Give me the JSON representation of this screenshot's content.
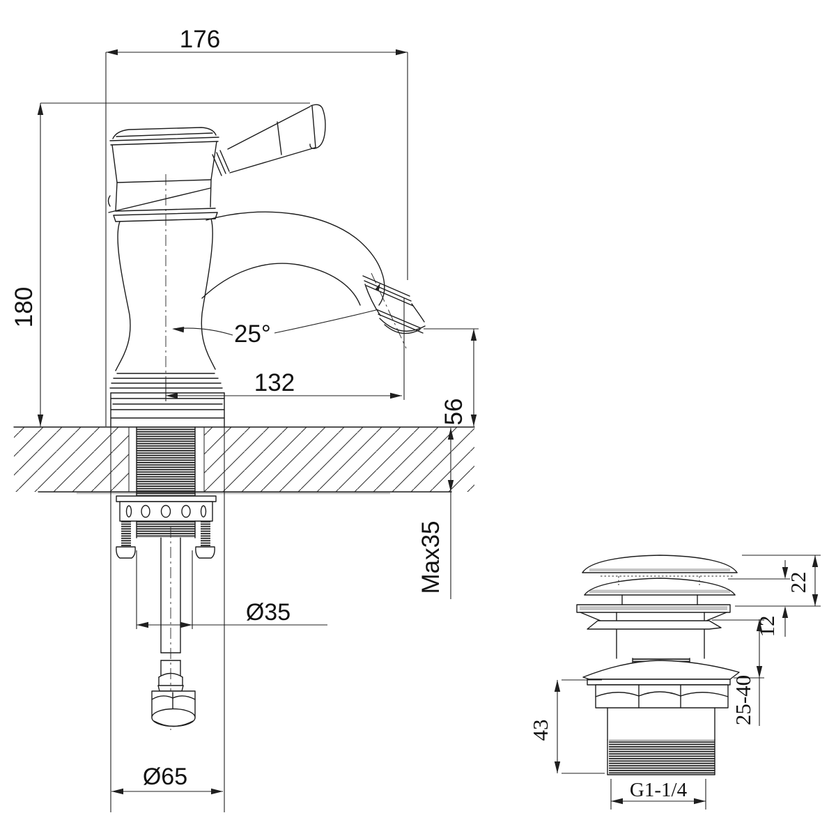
{
  "drawing": {
    "title": "basin faucet and pop-up waste technical drawing",
    "background": "#ffffff",
    "line_color": "#1c1c1c",
    "main_view": {
      "overall_width": "176",
      "overall_height": "180",
      "spout_angle": "25°",
      "spout_reach": "132",
      "spout_outlet_height": "56",
      "max_mounting_thickness": "Max35",
      "shank_diameter": "Ø35",
      "base_diameter": "Ø65"
    },
    "drain_view": {
      "cap_lift": "22",
      "cap_closed_height": "12",
      "clamping_range": "25-40",
      "tail_length": "43",
      "thread_size": "G1-1/4"
    }
  }
}
